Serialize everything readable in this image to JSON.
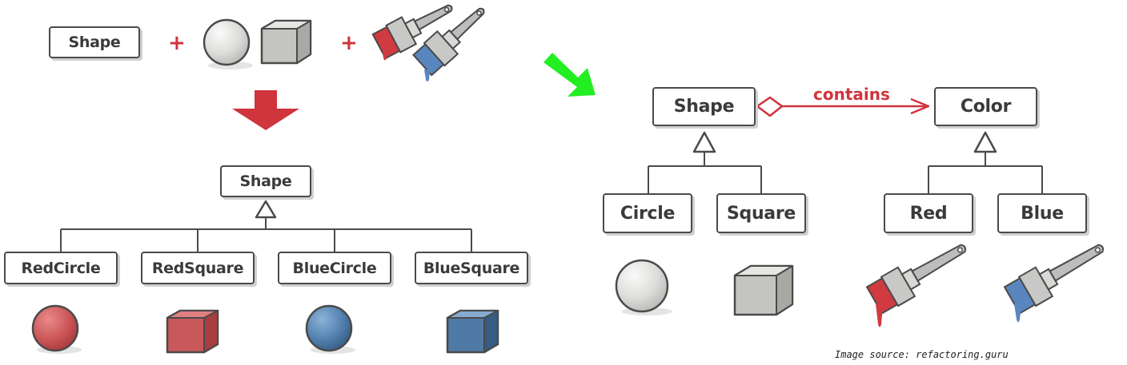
{
  "left": {
    "top_shape_label": "Shape",
    "plus_1": "+",
    "plus_2": "+",
    "parent_label": "Shape",
    "subclasses": [
      "RedCircle",
      "RedSquare",
      "BlueCircle",
      "BlueSquare"
    ]
  },
  "right": {
    "shape_label": "Shape",
    "color_label": "Color",
    "relation_label": "contains",
    "shape_children": [
      "Circle",
      "Square"
    ],
    "color_children": [
      "Red",
      "Blue"
    ]
  },
  "colors": {
    "accent_red": "#d0343c",
    "arrow_green": "#22ee22",
    "red_object": "#c95556",
    "blue_object": "#4f7aa6",
    "grey_object": "#d4d4d2"
  },
  "source_caption": "Image source: refactoring.guru"
}
